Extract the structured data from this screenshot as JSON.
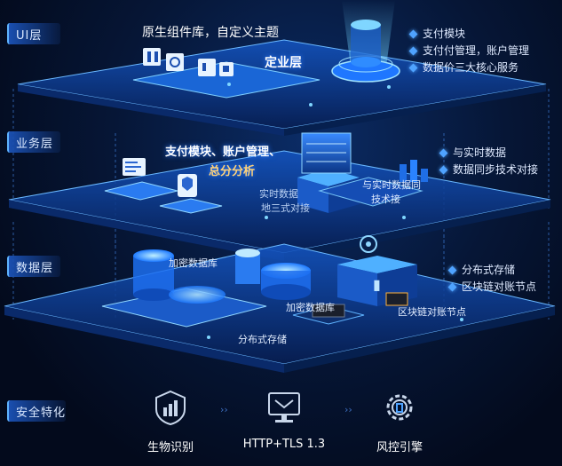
{
  "layers": {
    "ui": "UI层",
    "business": "业务层",
    "data": "数据层",
    "security": "安全特化"
  },
  "ui_layer": {
    "headline": "原生组件库，自定义主题",
    "badge": "定业层",
    "bullets": [
      "支付模块",
      "支付付管理，账户管理",
      "数据价三大核心服务"
    ]
  },
  "business_layer": {
    "headline_line1": "支付模块、账户管理、",
    "headline_line2": "总分分析",
    "mid_line1": "实时数据",
    "mid_line2": "地三式对接",
    "center_line1": "与实时数据同",
    "center_line2": "技术接",
    "bullets": [
      "与实时数据",
      "数据同步技术对接"
    ]
  },
  "data_layer": {
    "encrypted_db_1": "加密数据库",
    "encrypted_db_2": "加密数据库",
    "distributed": "分布式存储",
    "node": "区块链对账节点",
    "bullets": [
      "分布式存储",
      "区块链对账节点"
    ]
  },
  "security": {
    "items": [
      {
        "label": "生物识别",
        "icon": "biometric-chart-icon"
      },
      {
        "label": "HTTP+TLS 1.3",
        "icon": "tls-monitor-icon"
      },
      {
        "label": "风控引擎",
        "icon": "risk-gear-icon"
      }
    ],
    "arrows": [
      "››",
      "››"
    ]
  },
  "colors": {
    "accent": "#2f8cff",
    "platform": "#0d3a8a",
    "glow": "#5fc8ff",
    "background": "#030a1c"
  }
}
